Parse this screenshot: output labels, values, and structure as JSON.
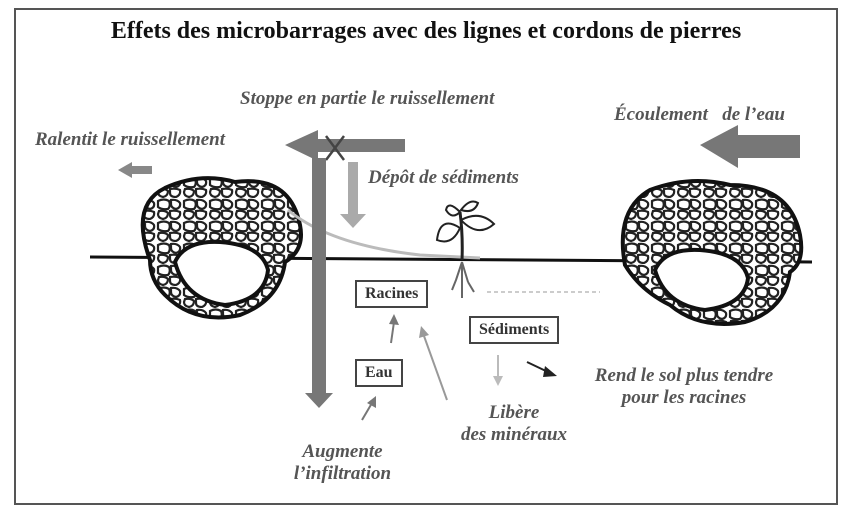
{
  "title": "Effets des microbarrages avec des lignes et cordons de pierres",
  "labels": {
    "stops_runoff": "Stoppe en partie le ruissellement",
    "slows_runoff": "Ralentit le ruissellement",
    "water_flow": "Écoulement   de l’eau",
    "sediment_deposit": "Dépôt de sédiments",
    "softens_soil_1": "Rend le sol plus tendre",
    "softens_soil_2": "pour les racines",
    "releases_minerals_1": "Libère",
    "releases_minerals_2": "des minéraux",
    "increases_infiltration_1": "Augmente",
    "increases_infiltration_2": "l’infiltration"
  },
  "boxes": {
    "roots": "Racines",
    "sediments": "Sédiments",
    "water": "Eau"
  },
  "icons": [
    "stone-bund-icon",
    "plant-icon",
    "arrow-icon"
  ]
}
